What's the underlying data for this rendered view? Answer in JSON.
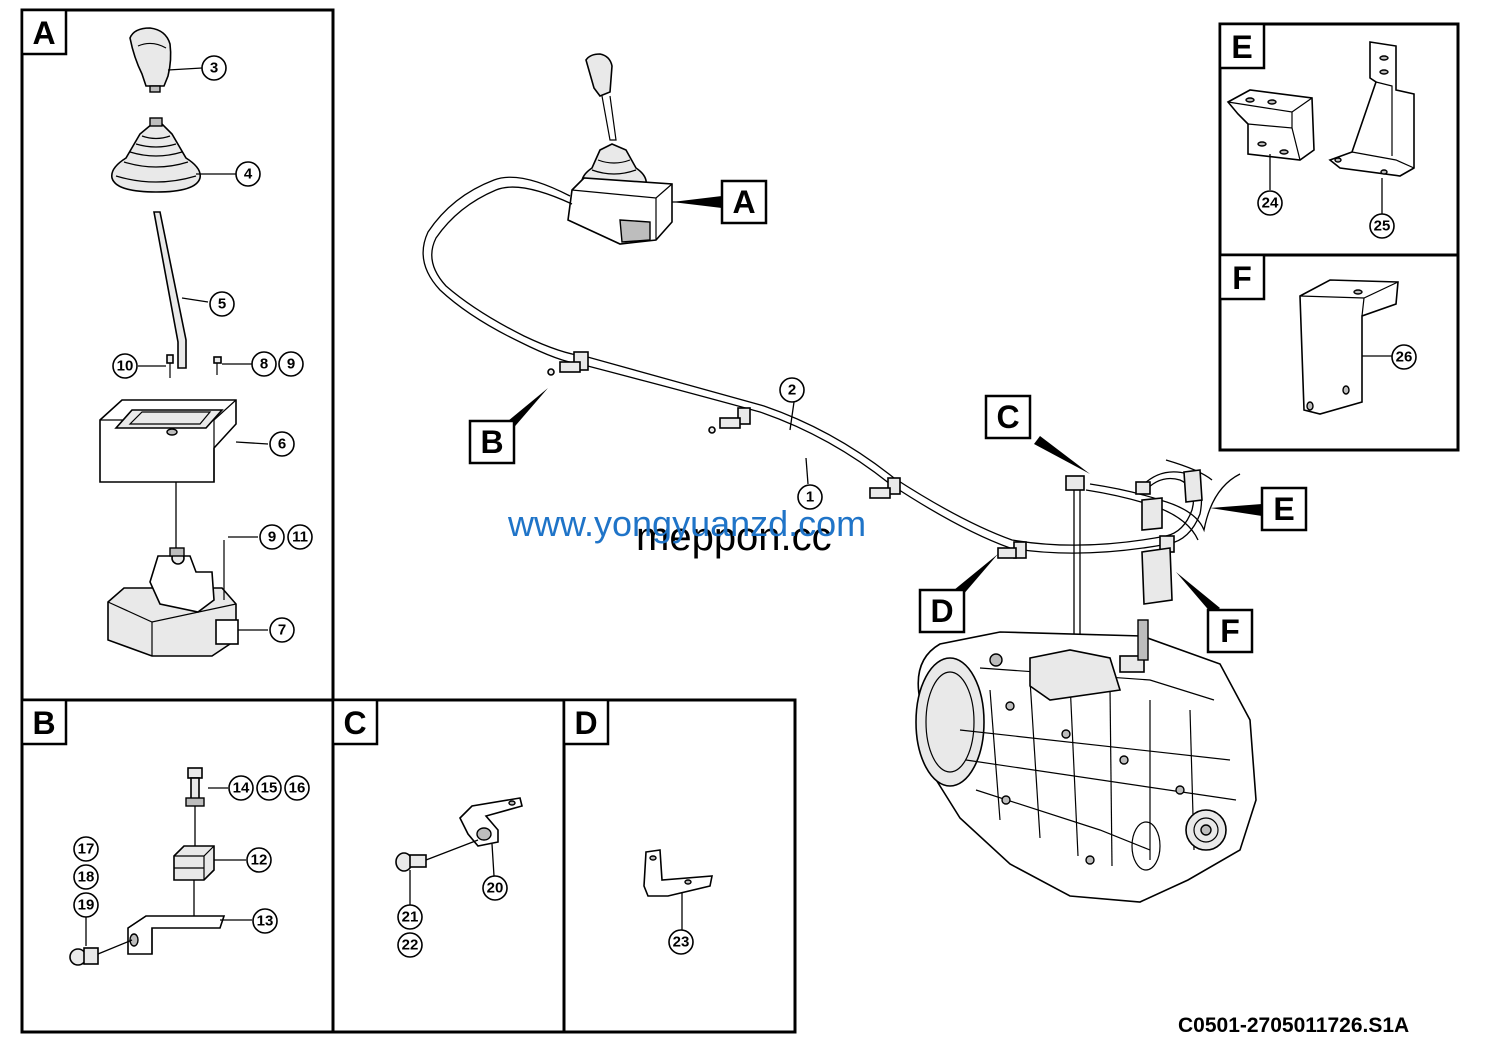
{
  "drawing_code": "C0501-2705011726.S1A",
  "watermark": {
    "primary": "www.yongyuanzd.com",
    "secondary": "meppon.cc"
  },
  "panels": {
    "A": {
      "label": "A",
      "callouts": [
        "3",
        "4",
        "5",
        "10",
        "8",
        "9",
        "6",
        "9",
        "11",
        "7"
      ]
    },
    "B": {
      "label": "B",
      "callouts": [
        "14",
        "15",
        "16",
        "12",
        "13",
        "17",
        "18",
        "19"
      ]
    },
    "C": {
      "label": "C",
      "callouts": [
        "20",
        "21",
        "22"
      ]
    },
    "D": {
      "label": "D",
      "callouts": [
        "23"
      ]
    },
    "E": {
      "label": "E",
      "callouts": [
        "24",
        "25"
      ]
    },
    "F": {
      "label": "F",
      "callouts": [
        "26"
      ]
    }
  },
  "main_view": {
    "labels": [
      "A",
      "B",
      "C",
      "D",
      "E",
      "F"
    ],
    "callouts": [
      "2",
      "1"
    ]
  }
}
